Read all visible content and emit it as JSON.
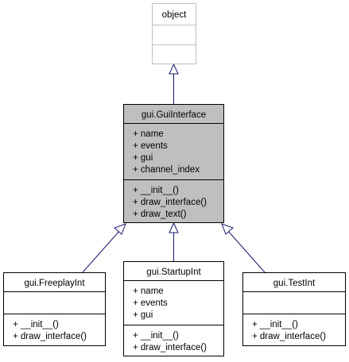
{
  "colors": {
    "box_fill": "#ffffff",
    "box_border": "#000000",
    "base_border": "#bfbfbf",
    "focus_fill": "#bfbfbf",
    "edge": "#191970"
  },
  "classes": {
    "object": {
      "title": "object",
      "attributes": [],
      "methods": []
    },
    "guiinterface": {
      "title": "gui.GuiInterface",
      "attributes": [
        "+ name",
        "+ events",
        "+ gui",
        "+ channel_index"
      ],
      "methods": [
        "+ __init__()",
        "+ draw_interface()",
        "+ draw_text()"
      ]
    },
    "freeplay": {
      "title": "gui.FreeplayInt",
      "attributes": [],
      "methods": [
        "+ __init__()",
        "+ draw_interface()"
      ]
    },
    "startup": {
      "title": "gui.StartupInt",
      "attributes": [
        "+ name",
        "+ events",
        "+ gui"
      ],
      "methods": [
        "+ __init__()",
        "+ draw_interface()"
      ]
    },
    "testint": {
      "title": "gui.TestInt",
      "attributes": [],
      "methods": [
        "+ __init__()",
        "+ draw_interface()"
      ]
    }
  },
  "inheritance": [
    {
      "child": "gui.GuiInterface",
      "parent": "object"
    },
    {
      "child": "gui.FreeplayInt",
      "parent": "gui.GuiInterface"
    },
    {
      "child": "gui.StartupInt",
      "parent": "gui.GuiInterface"
    },
    {
      "child": "gui.TestInt",
      "parent": "gui.GuiInterface"
    }
  ]
}
